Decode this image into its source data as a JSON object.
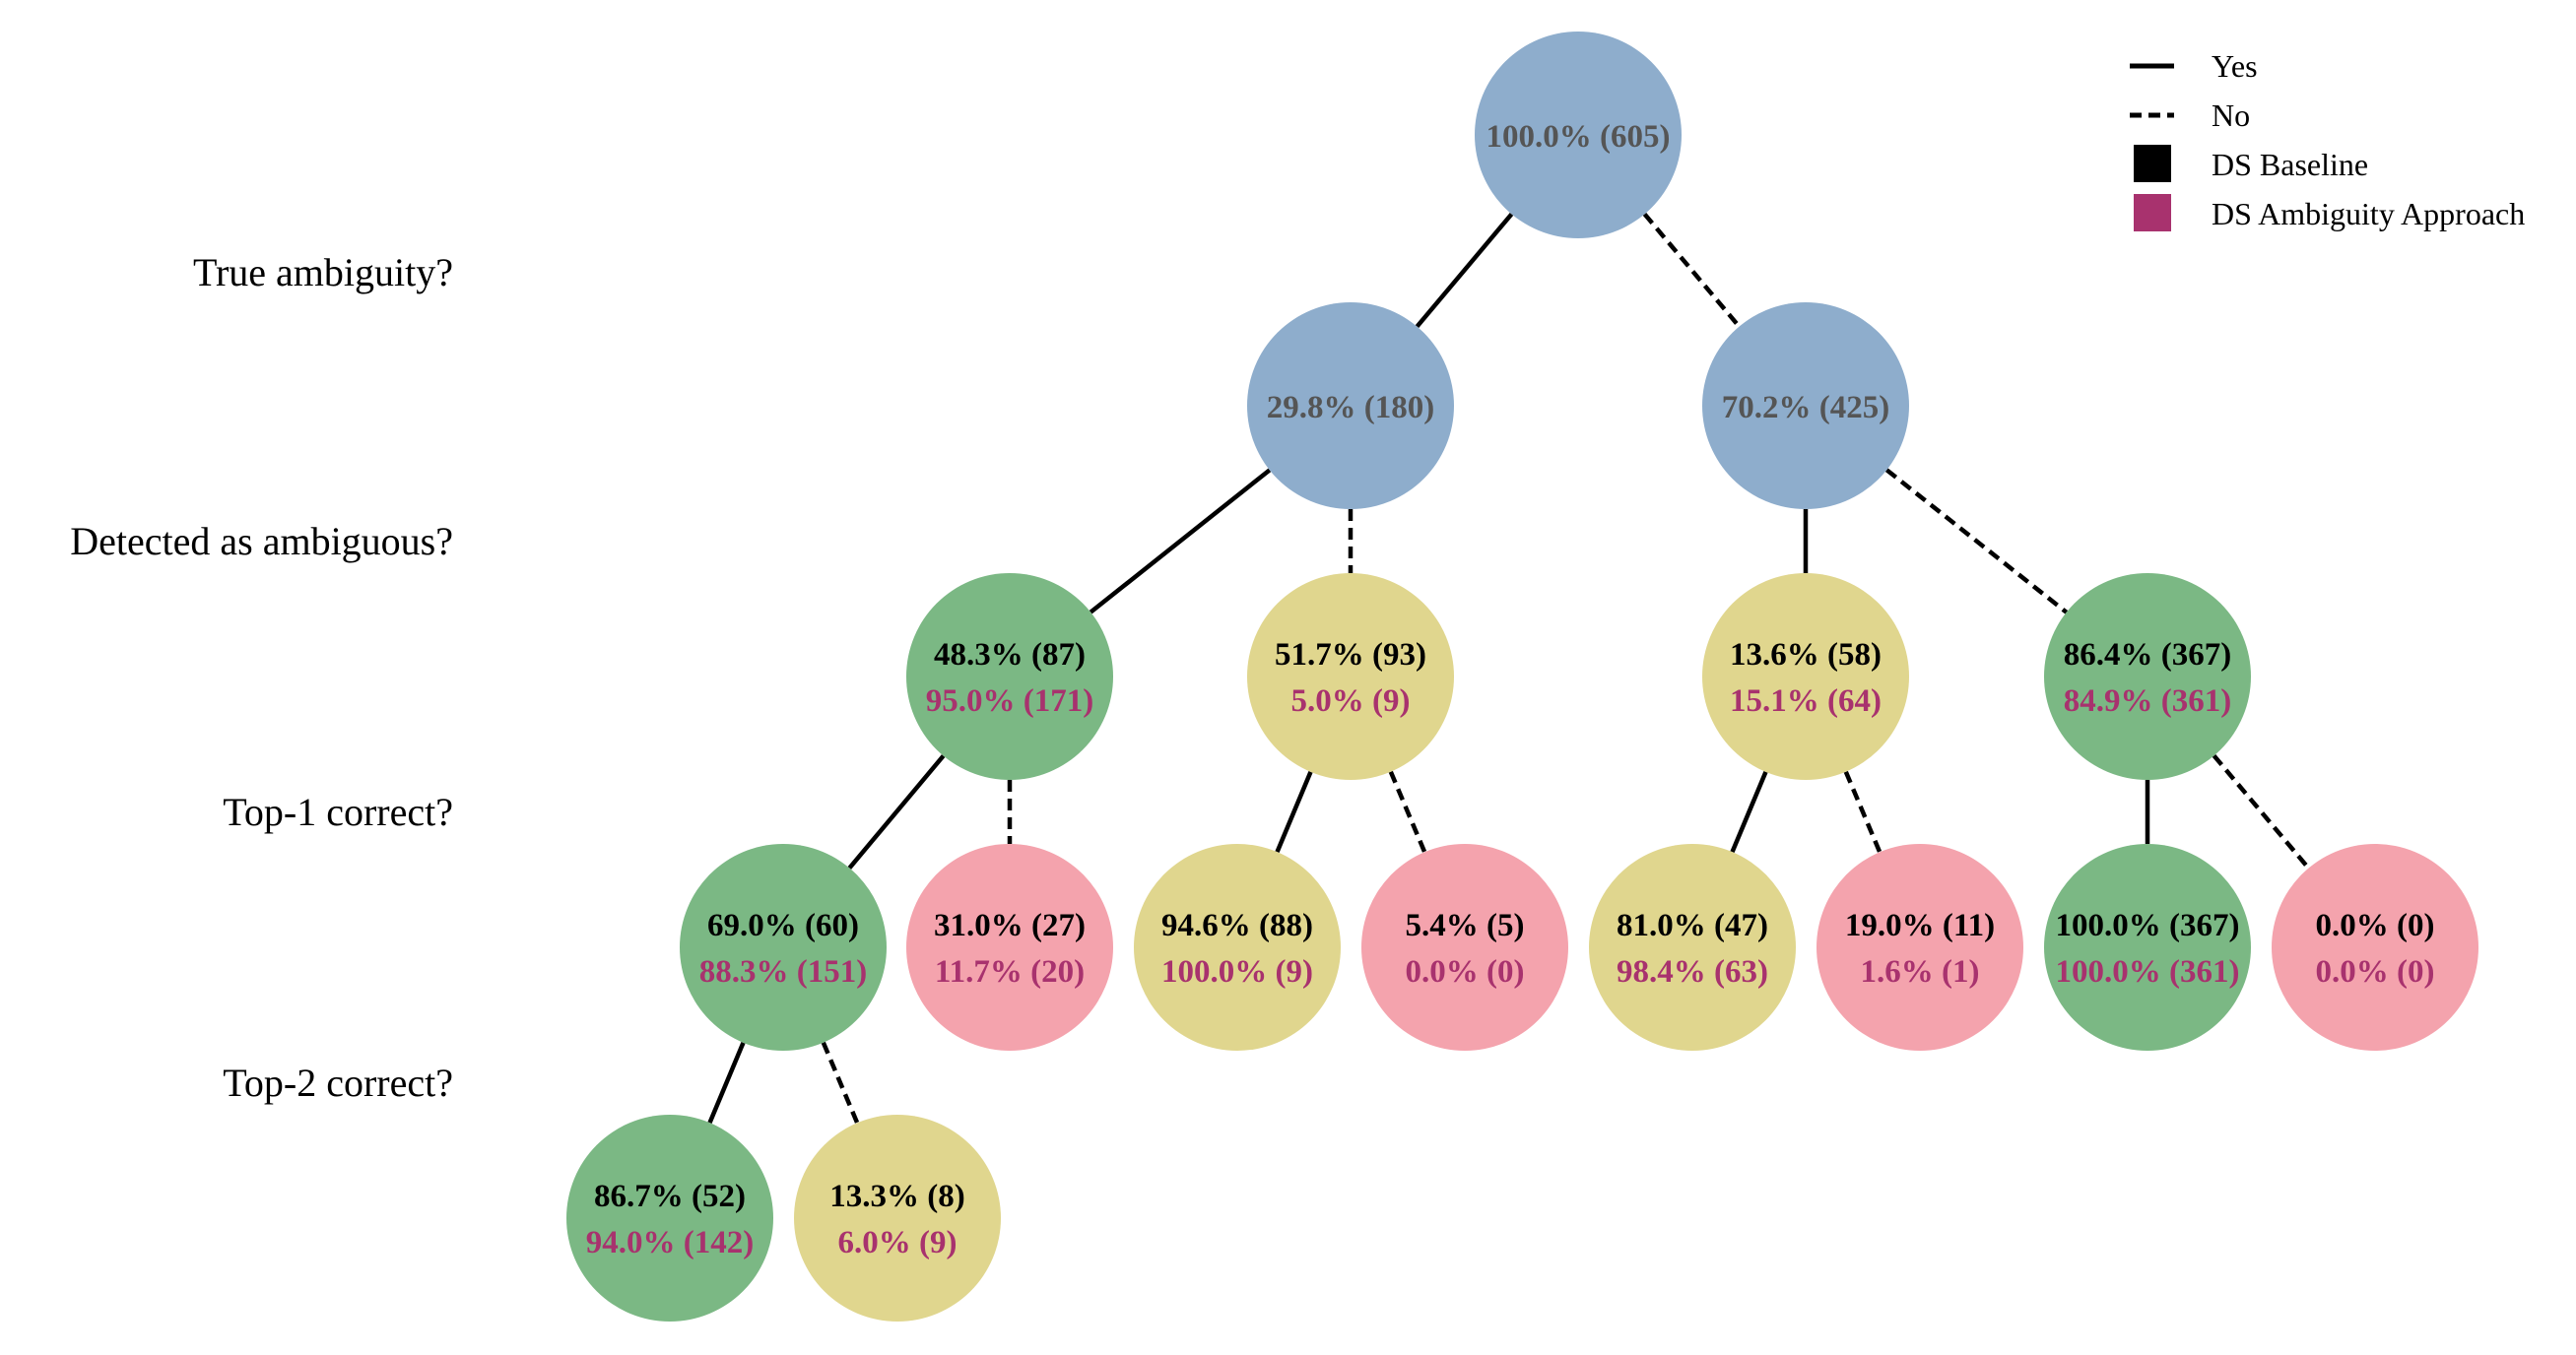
{
  "colors": {
    "blue": "#8eadcc",
    "green": "#7bb884",
    "yellow": "#e0d68e",
    "pink": "#f4a3ad",
    "gray_text": "#555555",
    "baseline_text": "#000000",
    "ambiguity_text": "#a8326e",
    "edge": "#000000"
  },
  "legend": {
    "yes": "Yes",
    "no": "No",
    "baseline": "DS Baseline",
    "ambiguity": "DS Ambiguity Approach"
  },
  "levels": [
    "True ambiguity?",
    "Detected as ambiguous?",
    "Top-1 correct?",
    "Top-2 correct?"
  ],
  "nodes": [
    {
      "id": "root",
      "level": 0,
      "color": "blue",
      "line1": "100.0% (605)",
      "line2": ""
    },
    {
      "id": "ta-yes",
      "level": 1,
      "color": "blue",
      "line1": "29.8% (180)",
      "line2": ""
    },
    {
      "id": "ta-no",
      "level": 1,
      "color": "blue",
      "line1": "70.2% (425)",
      "line2": ""
    },
    {
      "id": "det-yy",
      "level": 2,
      "color": "green",
      "line1": "48.3% (87)",
      "line2": "95.0% (171)"
    },
    {
      "id": "det-yn",
      "level": 2,
      "color": "yellow",
      "line1": "51.7% (93)",
      "line2": "5.0% (9)"
    },
    {
      "id": "det-ny",
      "level": 2,
      "color": "yellow",
      "line1": "13.6% (58)",
      "line2": "15.1% (64)"
    },
    {
      "id": "det-nn",
      "level": 2,
      "color": "green",
      "line1": "86.4% (367)",
      "line2": "84.9% (361)"
    },
    {
      "id": "t1-yyy",
      "level": 3,
      "color": "green",
      "line1": "69.0% (60)",
      "line2": "88.3% (151)"
    },
    {
      "id": "t1-yyn",
      "level": 3,
      "color": "pink",
      "line1": "31.0% (27)",
      "line2": "11.7% (20)"
    },
    {
      "id": "t1-yny",
      "level": 3,
      "color": "yellow",
      "line1": "94.6% (88)",
      "line2": "100.0% (9)"
    },
    {
      "id": "t1-ynn",
      "level": 3,
      "color": "pink",
      "line1": "5.4% (5)",
      "line2": "0.0% (0)"
    },
    {
      "id": "t1-nyy",
      "level": 3,
      "color": "yellow",
      "line1": "81.0% (47)",
      "line2": "98.4% (63)"
    },
    {
      "id": "t1-nyn",
      "level": 3,
      "color": "pink",
      "line1": "19.0% (11)",
      "line2": "1.6% (1)"
    },
    {
      "id": "t1-nny",
      "level": 3,
      "color": "green",
      "line1": "100.0% (367)",
      "line2": "100.0% (361)"
    },
    {
      "id": "t1-nnn",
      "level": 3,
      "color": "pink",
      "line1": "0.0% (0)",
      "line2": "0.0% (0)"
    },
    {
      "id": "t2-y",
      "level": 4,
      "color": "green",
      "line1": "86.7% (52)",
      "line2": "94.0% (142)"
    },
    {
      "id": "t2-n",
      "level": 4,
      "color": "yellow",
      "line1": "13.3% (8)",
      "line2": "6.0% (9)"
    }
  ],
  "edges": [
    {
      "from": "root",
      "to": "ta-yes",
      "style": "yes"
    },
    {
      "from": "root",
      "to": "ta-no",
      "style": "no"
    },
    {
      "from": "ta-yes",
      "to": "det-yy",
      "style": "yes"
    },
    {
      "from": "ta-yes",
      "to": "det-yn",
      "style": "no"
    },
    {
      "from": "ta-no",
      "to": "det-ny",
      "style": "yes"
    },
    {
      "from": "ta-no",
      "to": "det-nn",
      "style": "no"
    },
    {
      "from": "det-yy",
      "to": "t1-yyy",
      "style": "yes"
    },
    {
      "from": "det-yy",
      "to": "t1-yyn",
      "style": "no"
    },
    {
      "from": "det-yn",
      "to": "t1-yny",
      "style": "yes"
    },
    {
      "from": "det-yn",
      "to": "t1-ynn",
      "style": "no"
    },
    {
      "from": "det-ny",
      "to": "t1-nyy",
      "style": "yes"
    },
    {
      "from": "det-ny",
      "to": "t1-nyn",
      "style": "no"
    },
    {
      "from": "det-nn",
      "to": "t1-nny",
      "style": "yes"
    },
    {
      "from": "det-nn",
      "to": "t1-nnn",
      "style": "no"
    },
    {
      "from": "t1-yyy",
      "to": "t2-y",
      "style": "yes"
    },
    {
      "from": "t1-yyy",
      "to": "t2-n",
      "style": "no"
    }
  ]
}
